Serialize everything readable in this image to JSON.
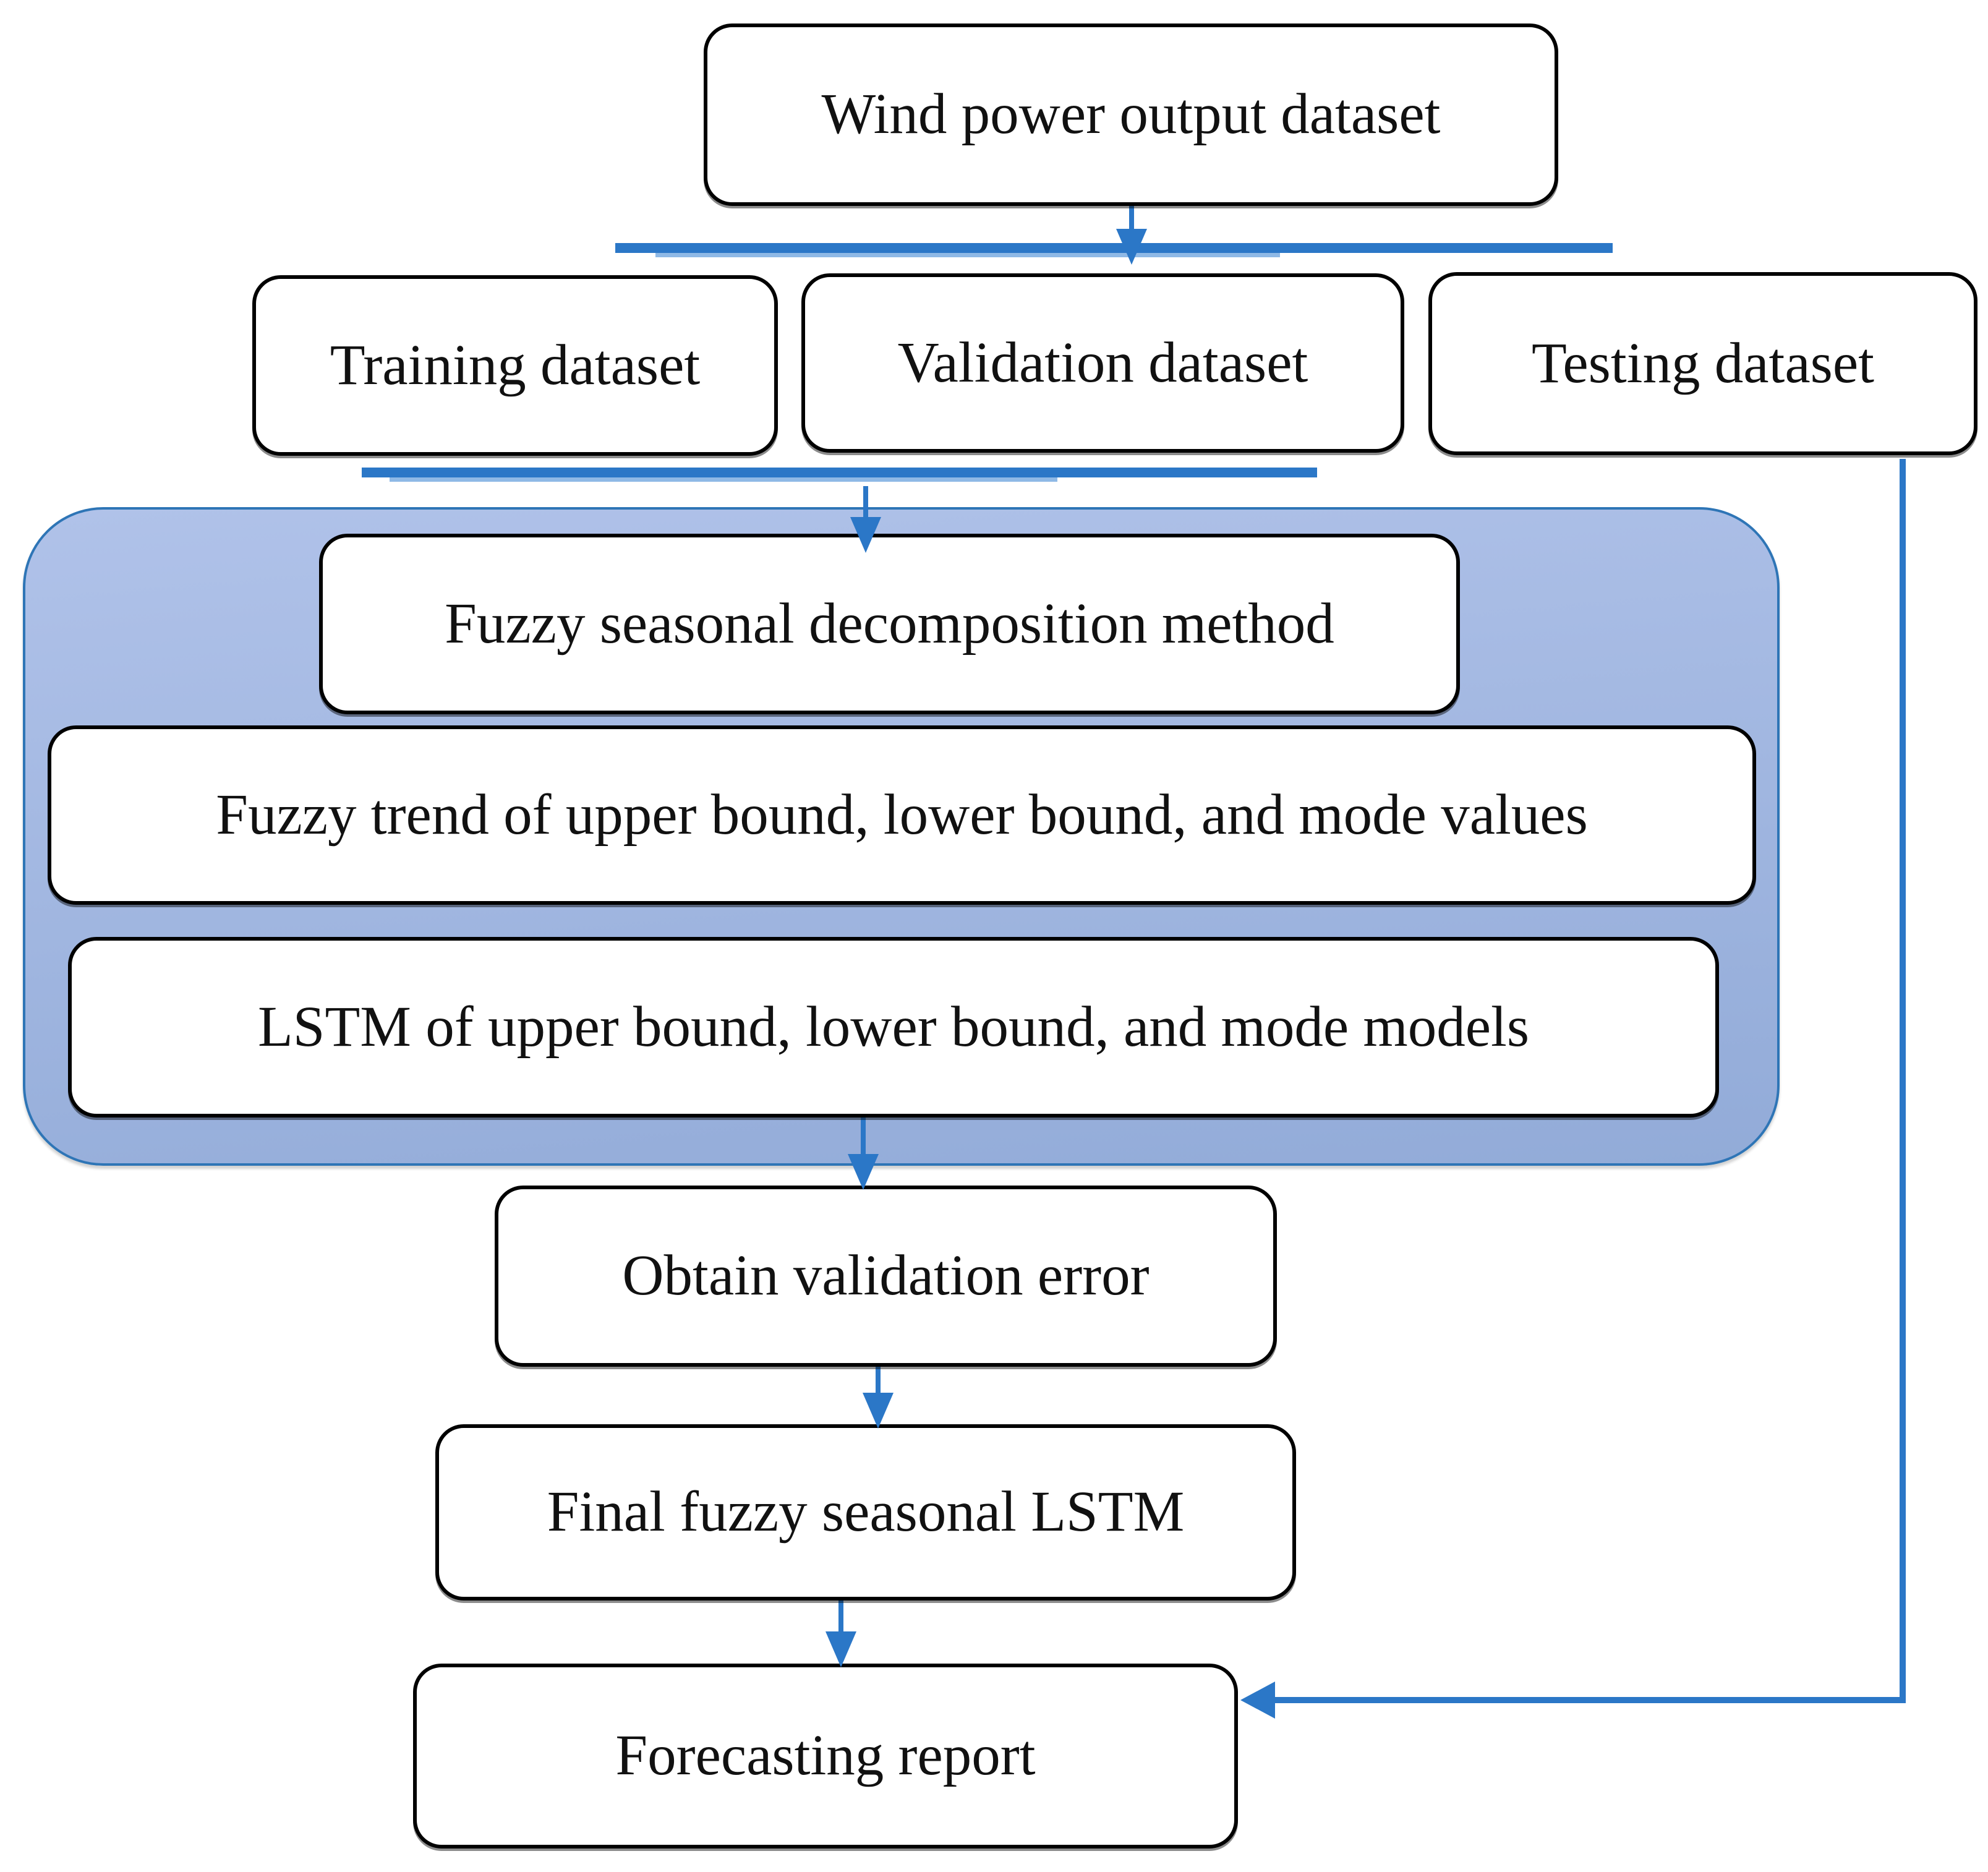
{
  "nodes": {
    "wind_power": "Wind power output dataset",
    "training": "Training dataset",
    "validation": "Validation dataset",
    "testing": "Testing dataset",
    "fuzzy_decomposition": "Fuzzy seasonal decomposition method",
    "fuzzy_trend": "Fuzzy trend of upper bound, lower bound, and mode values",
    "lstm_bounds": "LSTM of upper bound, lower bound, and mode models",
    "validation_error": "Obtain validation error",
    "final_lstm": "Final fuzzy seasonal LSTM",
    "forecasting_report": "Forecasting report"
  },
  "colors": {
    "connector_blue": "#2b77c7",
    "connector_light_blue": "#8fb9e6",
    "container_border": "#2e75b6",
    "container_fill_top": "#b0c2e9",
    "container_fill_bottom": "#92abd8",
    "node_border": "#000000",
    "node_fill": "#ffffff",
    "text": "#111111"
  }
}
